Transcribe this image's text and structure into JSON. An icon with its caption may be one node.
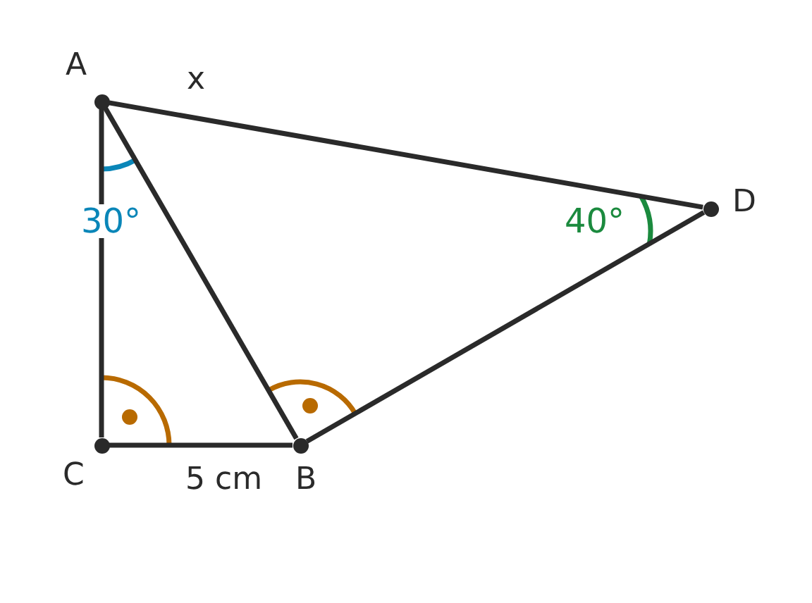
{
  "diagram": {
    "nodes": [
      {
        "text": [
          "A"
        ]
      },
      {
        "text": [
          "D"
        ]
      },
      {
        "text": [
          "C"
        ]
      },
      {
        "text": [
          "B"
        ]
      }
    ],
    "edges": [
      {
        "from": 0,
        "to": 1,
        "arrow": "none",
        "label": "x"
      },
      {
        "from": 0,
        "to": 2,
        "arrow": "none"
      },
      {
        "from": 0,
        "to": 3,
        "arrow": "none"
      },
      {
        "from": 2,
        "to": 3,
        "arrow": "none",
        "label": "5 cm"
      },
      {
        "from": 3,
        "to": 1,
        "arrow": "none"
      }
    ],
    "labels": [
      "30°",
      "40°"
    ]
  }
}
